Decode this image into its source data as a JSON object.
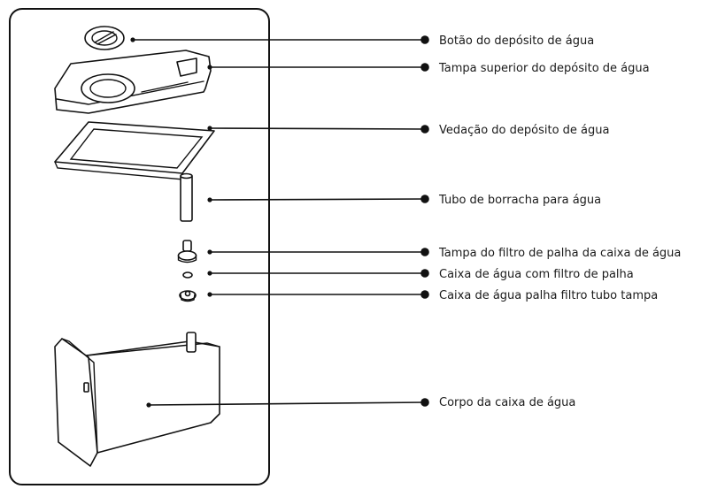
{
  "callouts": [
    {
      "id": "botao",
      "label": "Botão do depósito de água"
    },
    {
      "id": "tampa-superior",
      "label": "Tampa superior do depósito de água"
    },
    {
      "id": "vedacao",
      "label": "Vedação do depósito de água"
    },
    {
      "id": "tubo",
      "label": "Tubo de borracha para água"
    },
    {
      "id": "tampa-filtro",
      "label": "Tampa do filtro de palha da caixa de água"
    },
    {
      "id": "filtro",
      "label": "Caixa de água com filtro de palha"
    },
    {
      "id": "tampa-tubo",
      "label": "Caixa de água palha filtro tubo tampa"
    },
    {
      "id": "corpo",
      "label": "Corpo da caixa de água"
    }
  ]
}
